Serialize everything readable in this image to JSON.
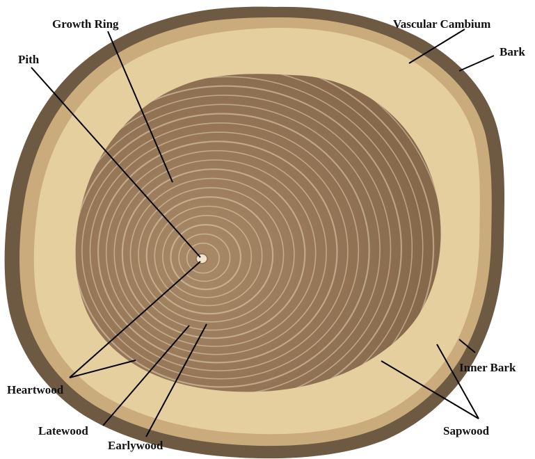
{
  "labels": {
    "growth_ring": "Growth Ring",
    "pith": "Pith",
    "vascular_cambium": "Vascular Cambium",
    "bark": "Bark",
    "inner_bark": "Inner Bark",
    "heartwood": "Heartwood",
    "latewood": "Latewood",
    "earlywood": "Earlywood",
    "sapwood": "Sapwood"
  },
  "colors": {
    "bark": "#6e5a43",
    "inner_bark": "#c9ab7c",
    "sapwood": "#e6cf9f",
    "heartwood_outer": "#8b6b4e",
    "heartwood_inner": "#a58665",
    "earlywood_ring": "#e3d2b3",
    "pith": "#efe3cc",
    "leader_line": "#000000"
  }
}
